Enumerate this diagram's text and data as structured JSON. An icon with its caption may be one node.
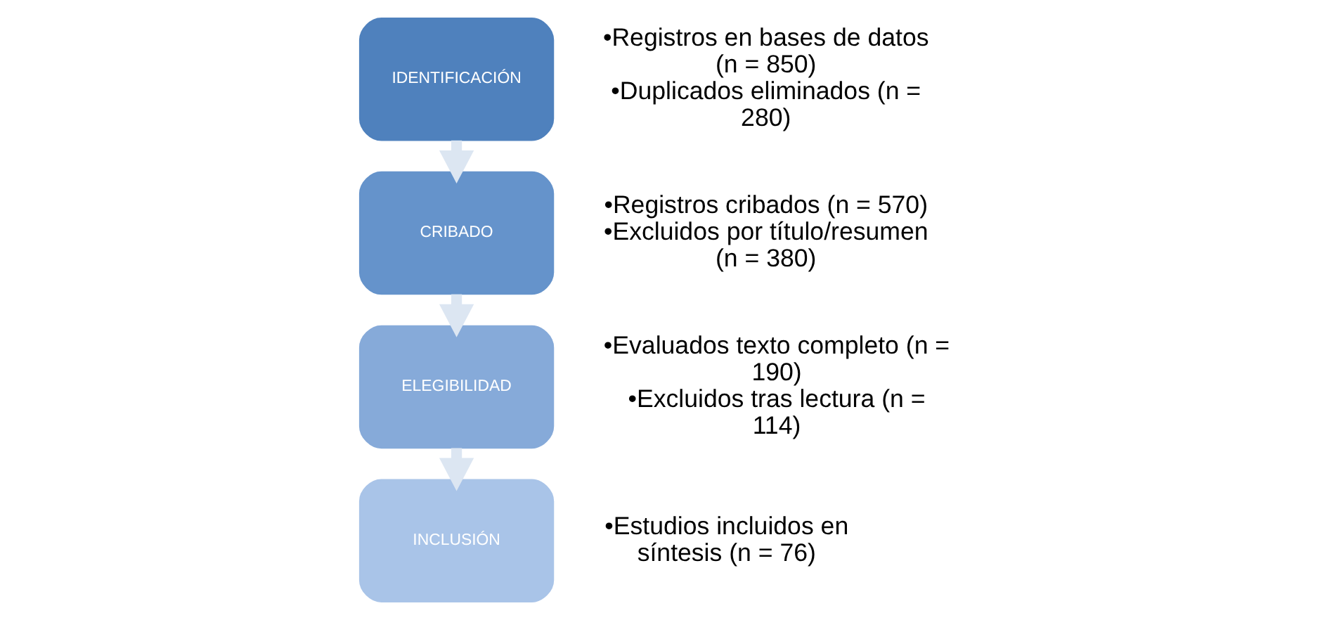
{
  "diagram": {
    "nodes": [
      {
        "text": [
          "IDENTIFICACIÓN"
        ],
        "beside": [
          "•Registros en bases de datos (n = 850)",
          "•Duplicados eliminados (n = 280)"
        ]
      },
      {
        "text": [
          "CRIBADO"
        ],
        "beside": [
          "•Registros cribados (n = 570)",
          "•Excluidos por título/resumen (n = 380)"
        ]
      },
      {
        "text": [
          "ELEGIBILIDAD"
        ],
        "beside": [
          "•Evaluados texto completo (n = 190)",
          "•Excluidos tras lectura (n = 114)"
        ]
      },
      {
        "text": [
          "INCLUSIÓN"
        ],
        "beside": [
          "•Estudios incluidos en síntesis (n = 76)"
        ]
      }
    ],
    "edges": [
      {
        "from": 0,
        "to": 1,
        "arrow": "to"
      },
      {
        "from": 1,
        "to": 2,
        "arrow": "to"
      },
      {
        "from": 2,
        "to": 3,
        "arrow": "to"
      }
    ]
  }
}
